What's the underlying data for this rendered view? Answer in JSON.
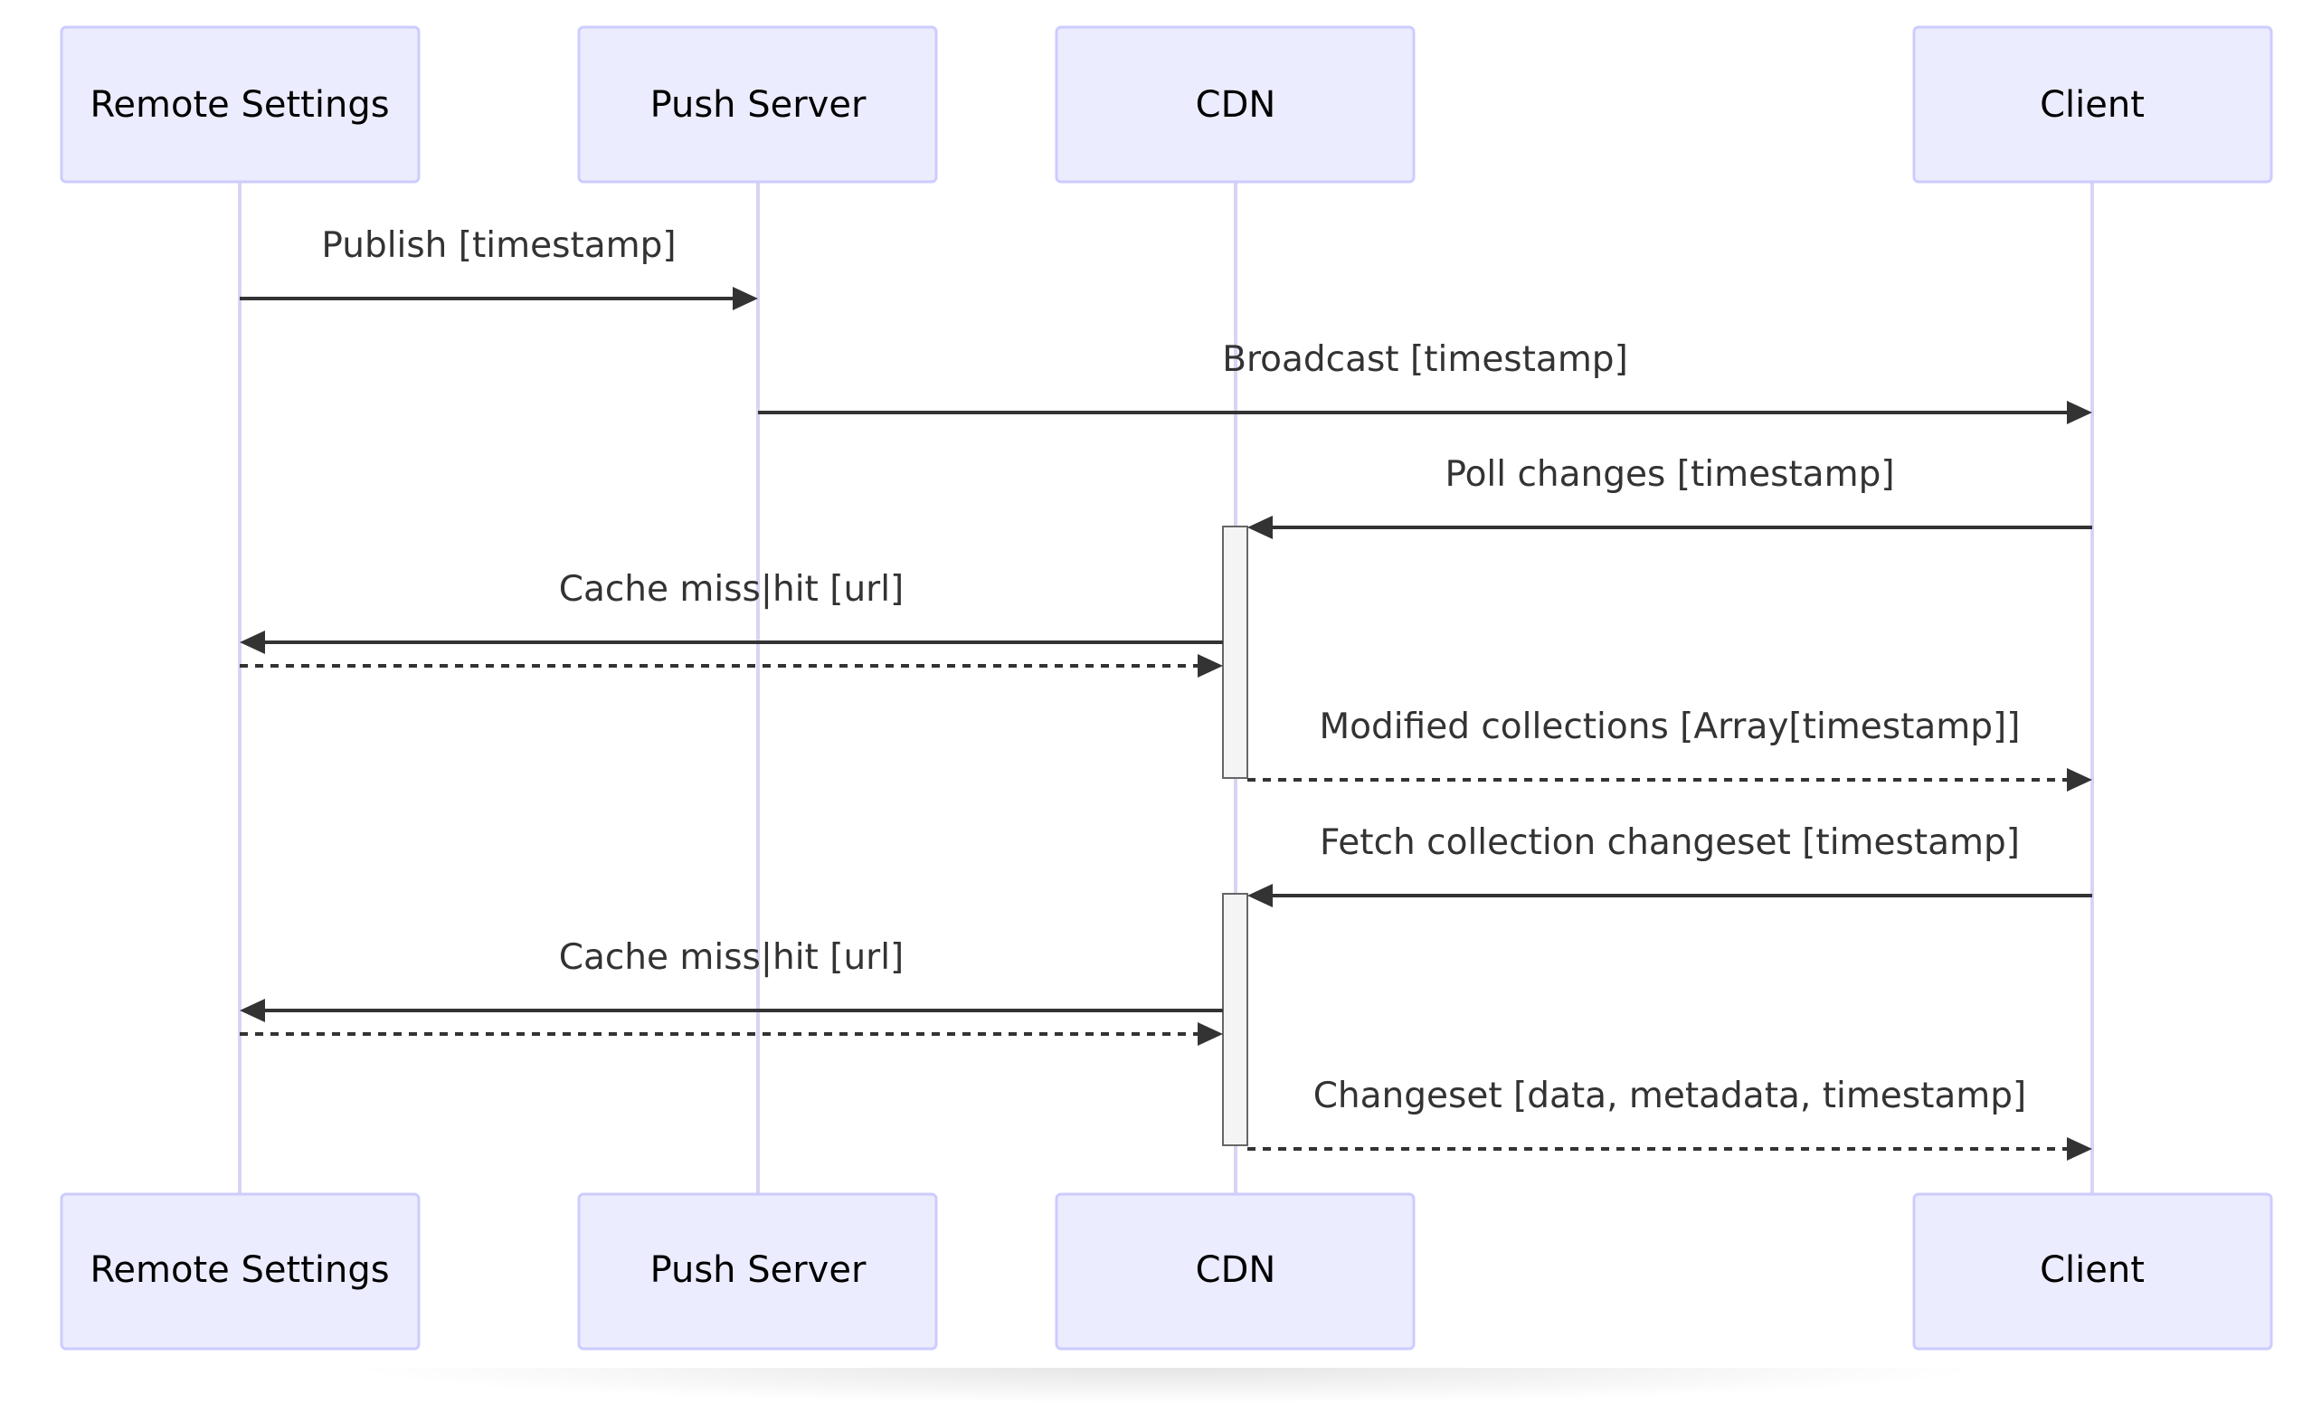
{
  "actors": [
    {
      "id": "remote_settings",
      "label": "Remote Settings"
    },
    {
      "id": "push_server",
      "label": "Push Server"
    },
    {
      "id": "cdn",
      "label": "CDN"
    },
    {
      "id": "client",
      "label": "Client"
    }
  ],
  "messages": [
    {
      "from": "remote_settings",
      "to": "push_server",
      "label": "Publish [timestamp]",
      "style": "solid"
    },
    {
      "from": "push_server",
      "to": "client",
      "label": "Broadcast [timestamp]",
      "style": "solid"
    },
    {
      "from": "client",
      "to": "cdn",
      "label": "Poll changes [timestamp]",
      "style": "solid"
    },
    {
      "from": "cdn",
      "to": "remote_settings",
      "label": "Cache miss|hit [url]",
      "style": "solid"
    },
    {
      "from": "remote_settings",
      "to": "cdn",
      "label": "",
      "style": "dotted"
    },
    {
      "from": "cdn",
      "to": "client",
      "label": "Modified collections [Array[timestamp]]",
      "style": "dotted"
    },
    {
      "from": "client",
      "to": "cdn",
      "label": "Fetch collection changeset [timestamp]",
      "style": "solid"
    },
    {
      "from": "cdn",
      "to": "remote_settings",
      "label": "Cache miss|hit [url]",
      "style": "solid"
    },
    {
      "from": "remote_settings",
      "to": "cdn",
      "label": "",
      "style": "dotted"
    },
    {
      "from": "cdn",
      "to": "client",
      "label": "Changeset [data, metadata, timestamp]",
      "style": "dotted"
    }
  ],
  "colors": {
    "actor_fill": "#ECECFF",
    "actor_stroke": "#CCCCFF",
    "lifeline": "#D8D4F4",
    "message": "#333333",
    "activation_fill": "#F4F4F4"
  }
}
